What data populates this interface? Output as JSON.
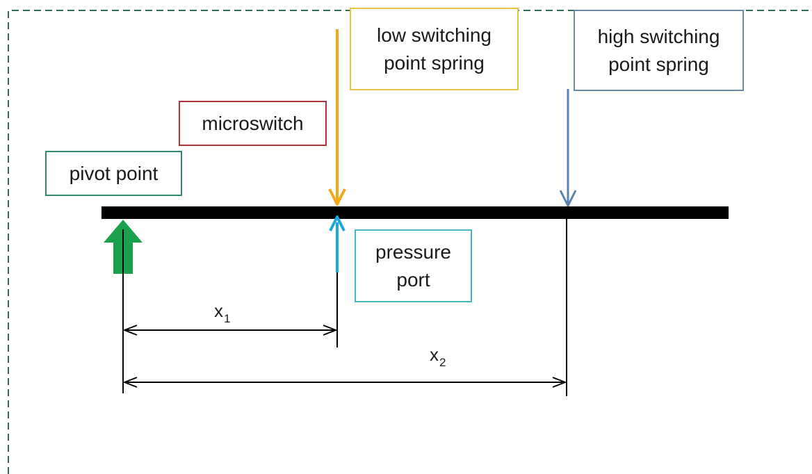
{
  "colors": {
    "frame": "#2e6b55",
    "beam": "#000000",
    "pivot_arrow": "#1ba04b",
    "low_spring": "#f2a818",
    "high_spring": "#5a82b0",
    "pressure_port": "#1aa7e0",
    "microswitch_border": "#a8353a",
    "pivot_border": "#2e8b6f",
    "low_border": "#e6c441",
    "high_border": "#6a88a8",
    "port_border": "#45b8c4"
  },
  "labels": {
    "pivot_point": "pivot point",
    "microswitch": "microswitch",
    "low_spring_line1": "low switching",
    "low_spring_line2": "point spring",
    "high_spring_line1": "high switching",
    "high_spring_line2": "point spring",
    "pressure_port_line1": "pressure",
    "pressure_port_line2": "port"
  },
  "dimensions": {
    "x1_symbol": "x",
    "x1_subscript": "1",
    "x2_symbol": "x",
    "x2_subscript": "2"
  }
}
